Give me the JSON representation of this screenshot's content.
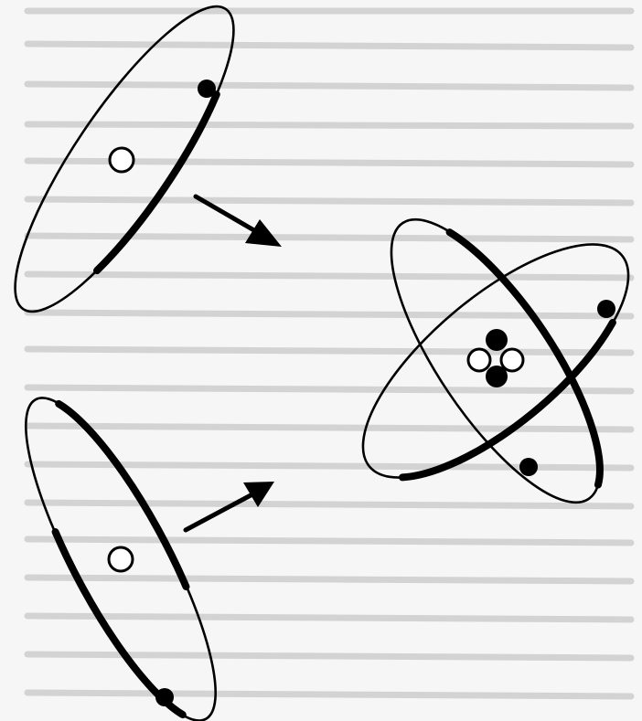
{
  "figure": {
    "description_text": "",
    "colors": {
      "ink": "#000000",
      "paper": "#f6f6f6",
      "bleed_through": "#b8b8b8"
    },
    "parts": [
      {
        "id": "top-left-atom",
        "icon": "atom-orbit-with-nucleus-and-electron"
      },
      {
        "id": "bottom-left-atom",
        "icon": "atom-orbit-with-nucleus-and-electron"
      },
      {
        "id": "combined-molecule",
        "icon": "two-crossed-orbits-shared-nucleus"
      },
      {
        "id": "arrow-upper",
        "icon": "arrow-right-down"
      },
      {
        "id": "arrow-lower",
        "icon": "arrow-right-up"
      }
    ]
  }
}
